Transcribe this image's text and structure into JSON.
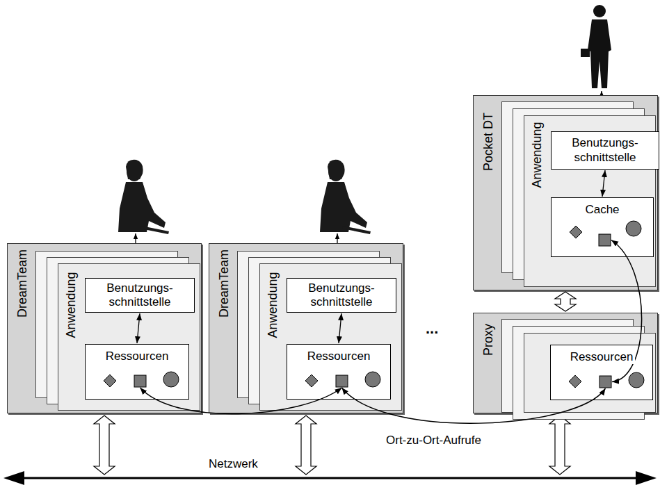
{
  "diagram": {
    "nodes": [
      {
        "text": [
          "DreamTeam"
        ]
      },
      {
        "text": [
          "Anwendung"
        ],
        "in": 0
      },
      {
        "text": [
          "Benutzungs- schnittstelle"
        ],
        "in": 1
      },
      {
        "text": [
          "Ressourcen"
        ],
        "in": 1
      },
      {
        "text": [
          "DreamTeam"
        ]
      },
      {
        "text": [
          "Anwendung"
        ],
        "in": 4
      },
      {
        "text": [
          "Benutzungs- schnittstelle"
        ],
        "in": 5
      },
      {
        "text": [
          "Ressourcen"
        ],
        "in": 5
      },
      {
        "text": [
          "Pocket DT"
        ]
      },
      {
        "text": [
          "Anwendung"
        ],
        "in": 8
      },
      {
        "text": [
          "Benutzungs- schnittstelle"
        ],
        "in": 9
      },
      {
        "text": [
          "Cache"
        ],
        "in": 9
      },
      {
        "text": [
          "Proxy"
        ]
      },
      {
        "text": [
          "Ressourcen"
        ],
        "in": 12
      }
    ],
    "edges": [
      {
        "from": 2,
        "to": 3,
        "arrow": "both"
      },
      {
        "from": 6,
        "to": 7,
        "arrow": "both"
      },
      {
        "from": 10,
        "to": 11,
        "arrow": "both"
      },
      {
        "from": 8,
        "to": 12,
        "arrow": "both"
      },
      {
        "from": 3,
        "to": 7,
        "arrow": "both"
      },
      {
        "from": 7,
        "to": 13,
        "arrow": "both"
      },
      {
        "from": 13,
        "to": 11,
        "arrow": "both"
      }
    ],
    "labels": [
      "Ort-zu-Ort-Aufrufe",
      "Netzwerk",
      "..."
    ]
  }
}
